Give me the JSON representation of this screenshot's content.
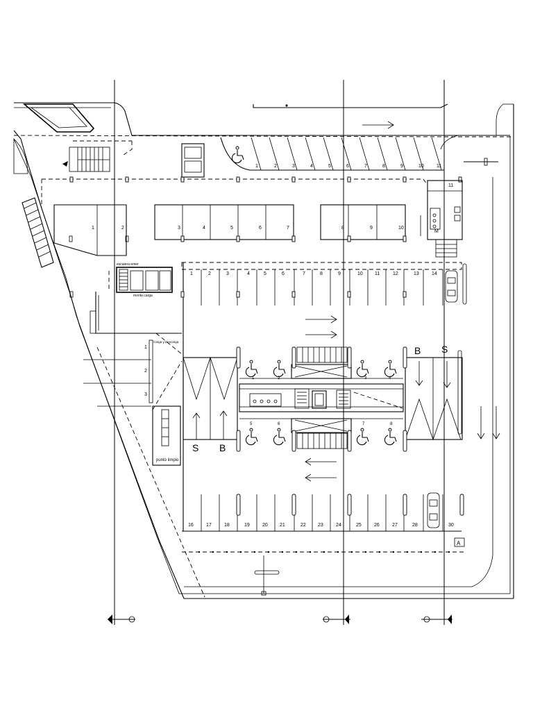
{
  "labels": {
    "escalera": "escalera emer",
    "montacarga": "monta carga",
    "carga": "Carga y Descarga",
    "punto": "punto limpio",
    "m": "M"
  },
  "ramp_labels": {
    "s": "S",
    "b": "B"
  },
  "stalls_top": [
    "1",
    "2",
    "3",
    "4",
    "5",
    "6",
    "7",
    "8",
    "9",
    "10",
    "11"
  ],
  "stalls_mid": [
    "1",
    "2",
    "3",
    "4",
    "5",
    "6",
    "7",
    "8",
    "9",
    "10"
  ],
  "stall_11_box": "11",
  "stalls_row_upper": [
    "1",
    "2",
    "3",
    "4",
    "5",
    "6",
    "7",
    "8",
    "9",
    "10",
    "11",
    "12",
    "13",
    "14"
  ],
  "stalls_row_lower": [
    "16",
    "17",
    "18",
    "19",
    "20",
    "21",
    "22",
    "23",
    "24",
    "25",
    "26",
    "27",
    "28",
    "30"
  ],
  "accessible_upper": [
    "1",
    "2",
    "3",
    "4"
  ],
  "accessible_lower": [
    "5",
    "6",
    "7",
    "8"
  ],
  "loading_bays": [
    "1",
    "2",
    "3"
  ],
  "corner_mark": "A"
}
